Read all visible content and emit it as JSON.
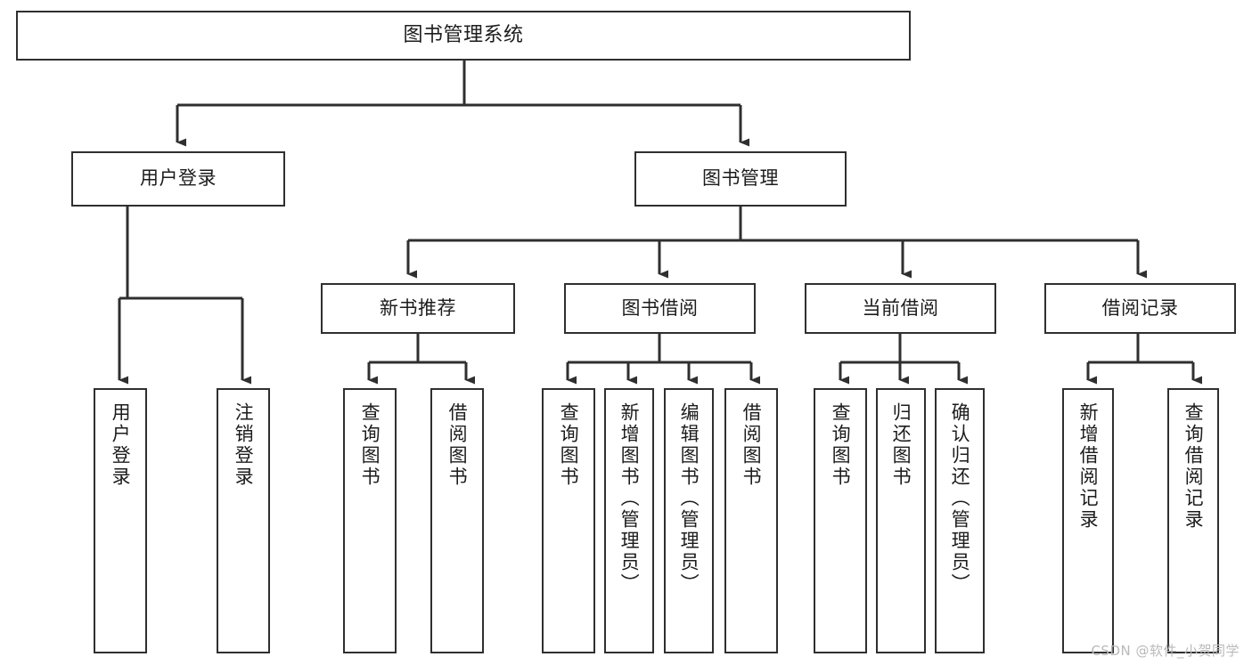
{
  "diagram": {
    "title": "图书管理系统",
    "watermark": "CSDN @软件_小贺同学",
    "type": "tree",
    "accent_color": "#2f2f2f",
    "background_color": "#ffffff",
    "nodes": {
      "root": {
        "label": "图书管理系统"
      },
      "level2": [
        {
          "label": "用户登录"
        },
        {
          "label": "图书管理"
        }
      ],
      "level3": [
        {
          "label": "新书推荐"
        },
        {
          "label": "图书借阅"
        },
        {
          "label": "当前借阅"
        },
        {
          "label": "借阅记录"
        }
      ],
      "leaves": {
        "user_login": [
          {
            "label": "用户登录"
          },
          {
            "label": "注销登录"
          }
        ],
        "new_book_recommend": [
          {
            "label": "查询图书"
          },
          {
            "label": "借阅图书"
          }
        ],
        "book_borrow": [
          {
            "label": "查询图书"
          },
          {
            "label": "新增图书（管理员）"
          },
          {
            "label": "编辑图书（管理员）"
          },
          {
            "label": "借阅图书"
          }
        ],
        "current_borrow": [
          {
            "label": "查询图书"
          },
          {
            "label": "归还图书"
          },
          {
            "label": "确认归还（管理员）"
          }
        ],
        "borrow_record": [
          {
            "label": "新增借阅记录"
          },
          {
            "label": "查询借阅记录"
          }
        ]
      }
    }
  }
}
